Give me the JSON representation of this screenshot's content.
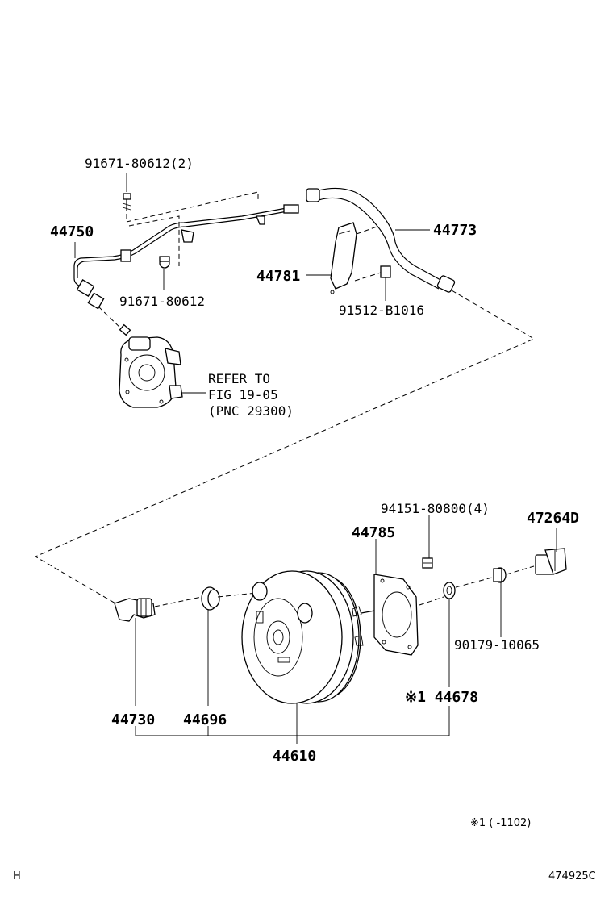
{
  "labels": {
    "p91671_2": "91671-80612(2)",
    "p44750": "44750",
    "p91671": "91671-80612",
    "p44773": "44773",
    "p44781": "44781",
    "p91512": "91512-B1016",
    "refer1": "REFER TO",
    "refer2": "FIG 19-05",
    "refer3": "(PNC 29300)",
    "p94151": "94151-80800(4)",
    "p47264D": "47264D",
    "p44785": "44785",
    "p90179": "90179-10065",
    "p44678": "※1 44678",
    "p44730": "44730",
    "p44696": "44696",
    "p44610": "44610"
  },
  "footer": {
    "note": "※1 (      -1102)",
    "left_code": "H",
    "right_code": "474925C"
  }
}
